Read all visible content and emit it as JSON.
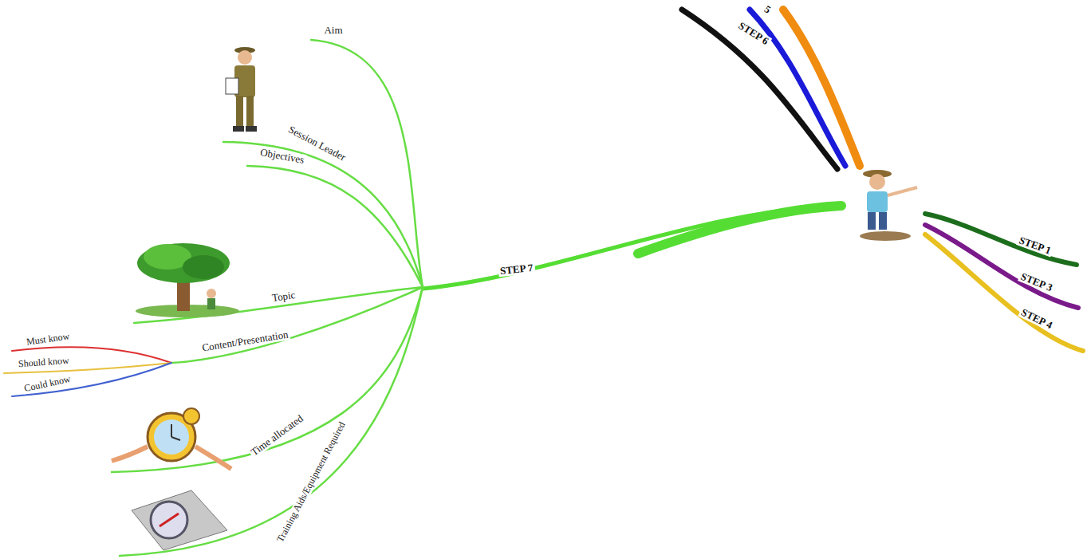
{
  "diagram": {
    "labels": [
      "Aim",
      "Session Leader",
      "Objectives",
      "Topic",
      "Content/Presentation",
      "Must know",
      "Should know",
      "Could know",
      "Time allocated",
      "Training Aids/Equipment Required",
      "STEP 7",
      "STEP 1",
      "STEP 3",
      "STEP 4",
      "STEP 6",
      "5"
    ]
  }
}
